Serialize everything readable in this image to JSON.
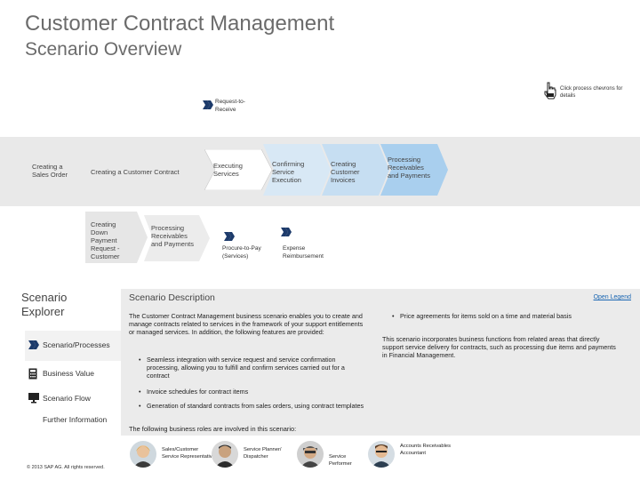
{
  "header": {
    "title": "Customer Contract Management",
    "subtitle": "Scenario Overview"
  },
  "hint": {
    "text": "Click process chevrons for details",
    "icon": "hand-pointer-icon"
  },
  "top_group": {
    "label": "Request-to-Receive",
    "icon": "double-chevron-icon"
  },
  "process_steps": [
    "Creating a Sales Order",
    "Creating a Customer Contract",
    "Executing Services",
    "Confirming Service Execution",
    "Creating Customer Invoices",
    "Processing Receivables and Payments"
  ],
  "lower_steps": [
    "Creating Down Payment Request - Customer",
    "Processing Receivables and Payments"
  ],
  "sub_groups": [
    {
      "label": "Procure-to-Pay (Services)",
      "icon": "double-chevron-icon"
    },
    {
      "label": "Expense Reimbursement",
      "icon": "double-chevron-icon"
    }
  ],
  "explorer": {
    "title": "Scenario Explorer",
    "items": [
      {
        "label": "Scenario/Processes",
        "icon": "double-chevron-icon"
      },
      {
        "label": "Business Value",
        "icon": "calculator-icon"
      },
      {
        "label": "Scenario Flow",
        "icon": "monitor-icon"
      },
      {
        "label": "Further Information",
        "icon": "info-icon"
      }
    ]
  },
  "copyright": "© 2013 SAP AG. All rights reserved.",
  "description": {
    "heading": "Scenario Description",
    "open_legend": "Open Legend",
    "intro": "The Customer Contract Management business scenario enables you to create and manage contracts related to services in the framework of your support entitlements or managed services. In addition, the following features are provided:",
    "bullets_left": [
      "Seamless integration with service request and service confirmation processing, allowing you to fulfill and confirm services carried out for a contract",
      "Invoice schedules for contract items",
      "Generation of standard contracts from sales orders, using contract templates"
    ],
    "bullets_right": [
      "Price agreements for items sold on a time and material basis"
    ],
    "right_para": "This scenario incorporates business functions from related areas that directly support service delivery for contracts, such as processing due items and payments in Financial Management.",
    "roles_intro": "The following business roles are involved in this scenario:"
  },
  "roles": [
    "Sales/Customer Service Representative",
    "Service Planner/ Dispatcher",
    "Service Performer",
    "Accounts Receivables Accountant"
  ],
  "colors": {
    "title_gray": "#6b6b6b",
    "band": "#e9e9e9",
    "chevron_white": "#ffffff",
    "chevron_blue_light": "#cfe3f3",
    "chevron_blue": "#a9cfee",
    "accent_blue": "#1a66b2",
    "sap_chevron_dark": "#1d3b6b"
  }
}
